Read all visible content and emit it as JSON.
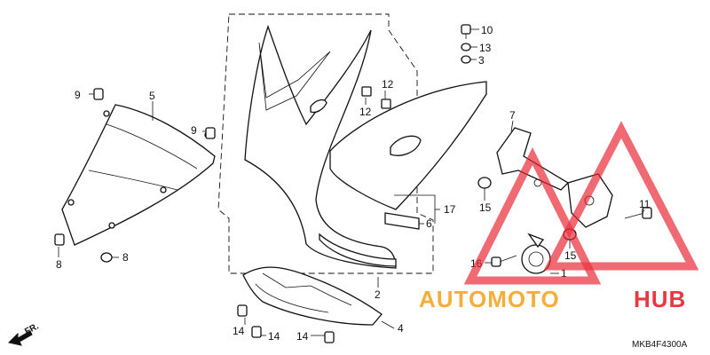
{
  "diagram": {
    "code": "MKB4F4300A",
    "front_marker": "FR.",
    "parts": [
      {
        "id": "p1",
        "ref": "1"
      },
      {
        "id": "p2",
        "ref": "2"
      },
      {
        "id": "p3",
        "ref": "3"
      },
      {
        "id": "p4",
        "ref": "4"
      },
      {
        "id": "p5",
        "ref": "5"
      },
      {
        "id": "p6",
        "ref": "6"
      },
      {
        "id": "p7",
        "ref": "7"
      },
      {
        "id": "p8a",
        "ref": "8"
      },
      {
        "id": "p8b",
        "ref": "8"
      },
      {
        "id": "p9a",
        "ref": "9"
      },
      {
        "id": "p9b",
        "ref": "9"
      },
      {
        "id": "p10",
        "ref": "10"
      },
      {
        "id": "p11",
        "ref": "11"
      },
      {
        "id": "p12a",
        "ref": "12"
      },
      {
        "id": "p12b",
        "ref": "12"
      },
      {
        "id": "p13",
        "ref": "13"
      },
      {
        "id": "p14a",
        "ref": "14"
      },
      {
        "id": "p14b",
        "ref": "14"
      },
      {
        "id": "p14c",
        "ref": "14"
      },
      {
        "id": "p15a",
        "ref": "15"
      },
      {
        "id": "p15b",
        "ref": "15"
      },
      {
        "id": "p16",
        "ref": "16"
      },
      {
        "id": "p17",
        "ref": "17"
      }
    ]
  },
  "watermark": {
    "brand_part1": "AUTOMOTO",
    "brand_part2": "HUB",
    "color_red": "#e8232f",
    "color_orange": "#f5a623"
  }
}
